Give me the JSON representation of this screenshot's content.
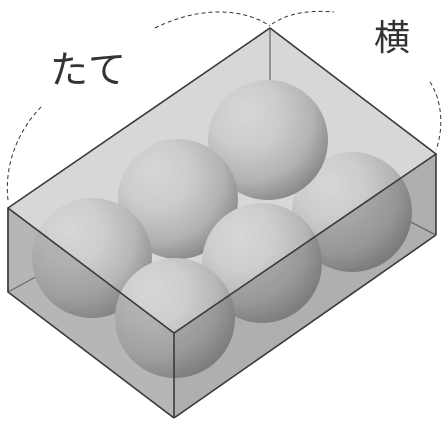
{
  "labels": {
    "tate": "たて",
    "yoko": "横"
  },
  "box": {
    "balls_per_row": 3,
    "rows": 2,
    "ball_count": 6
  },
  "colors": {
    "box_fill": "#8a8a8a",
    "box_edge": "#3a3a3a",
    "ball_light": "#ffffff",
    "ball_shadow": "#8f8f8f",
    "label": "#333333",
    "dash": "#333333"
  }
}
